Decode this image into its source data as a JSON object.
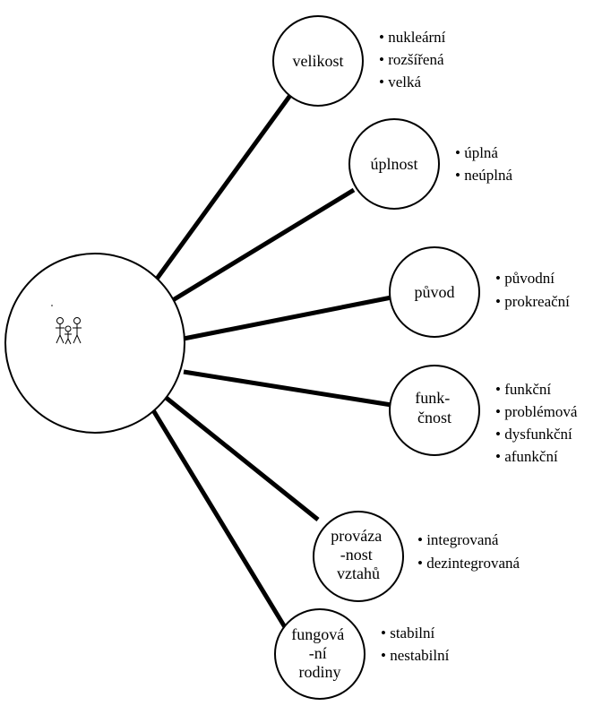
{
  "categories": [
    {
      "id": "velikost",
      "label_lines": [
        "velikost"
      ],
      "items": [
        "• nukleární",
        "• rozšířená",
        "• velká"
      ]
    },
    {
      "id": "uplnost",
      "label_lines": [
        "úplnost"
      ],
      "items": [
        "• úplná",
        "• neúplná"
      ]
    },
    {
      "id": "puvod",
      "label_lines": [
        "původ"
      ],
      "items": [
        "• původní",
        "• prokreační"
      ]
    },
    {
      "id": "funkcnost",
      "label_lines": [
        "funk-",
        "čnost"
      ],
      "items": [
        "• funkční",
        "• problémová",
        "• dysfunkční",
        "• afunkční"
      ]
    },
    {
      "id": "provazanost",
      "label_lines": [
        "prováza",
        "-nost",
        "vztahů"
      ],
      "items": [
        "• integrovaná",
        "• dezintegrovaná"
      ]
    },
    {
      "id": "fungovani",
      "label_lines": [
        "fungová",
        "-ní",
        "rodiny"
      ],
      "items": [
        "• stabilní",
        "• nestabilní"
      ]
    }
  ],
  "center": {
    "icon": "family-stick-figures-icon"
  },
  "colors": {
    "stroke": "#000000",
    "fill": "#ffffff"
  }
}
